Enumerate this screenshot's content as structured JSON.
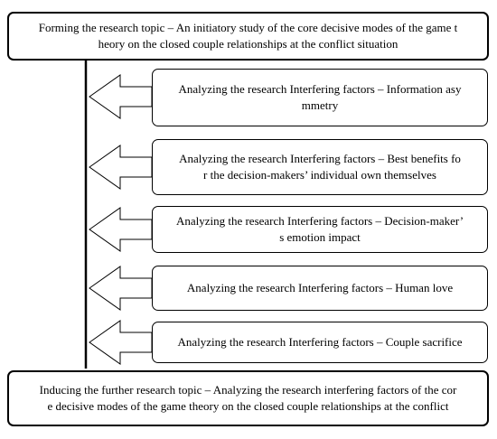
{
  "top": {
    "text": "Forming the research topic –  An initiatory study of the core decisive modes of the game t\nheory on the closed couple relationships at the conflict situation"
  },
  "factors": [
    {
      "text": "Analyzing the research Interfering factors – Information asy\nmmetry"
    },
    {
      "text": "Analyzing the research Interfering factors – Best benefits fo\nr the decision-makers’ individual own themselves"
    },
    {
      "text": "Analyzing the research Interfering factors – Decision-maker’\ns emotion impact"
    },
    {
      "text": "Analyzing the research Interfering factors – Human love"
    },
    {
      "text": "Analyzing the research Interfering factors – Couple sacrifice"
    }
  ],
  "bottom": {
    "text": "Inducing the further research topic –  Analyzing the research interfering factors of the cor\ne decisive modes of the game theory on the closed couple relationships at the conflict"
  }
}
